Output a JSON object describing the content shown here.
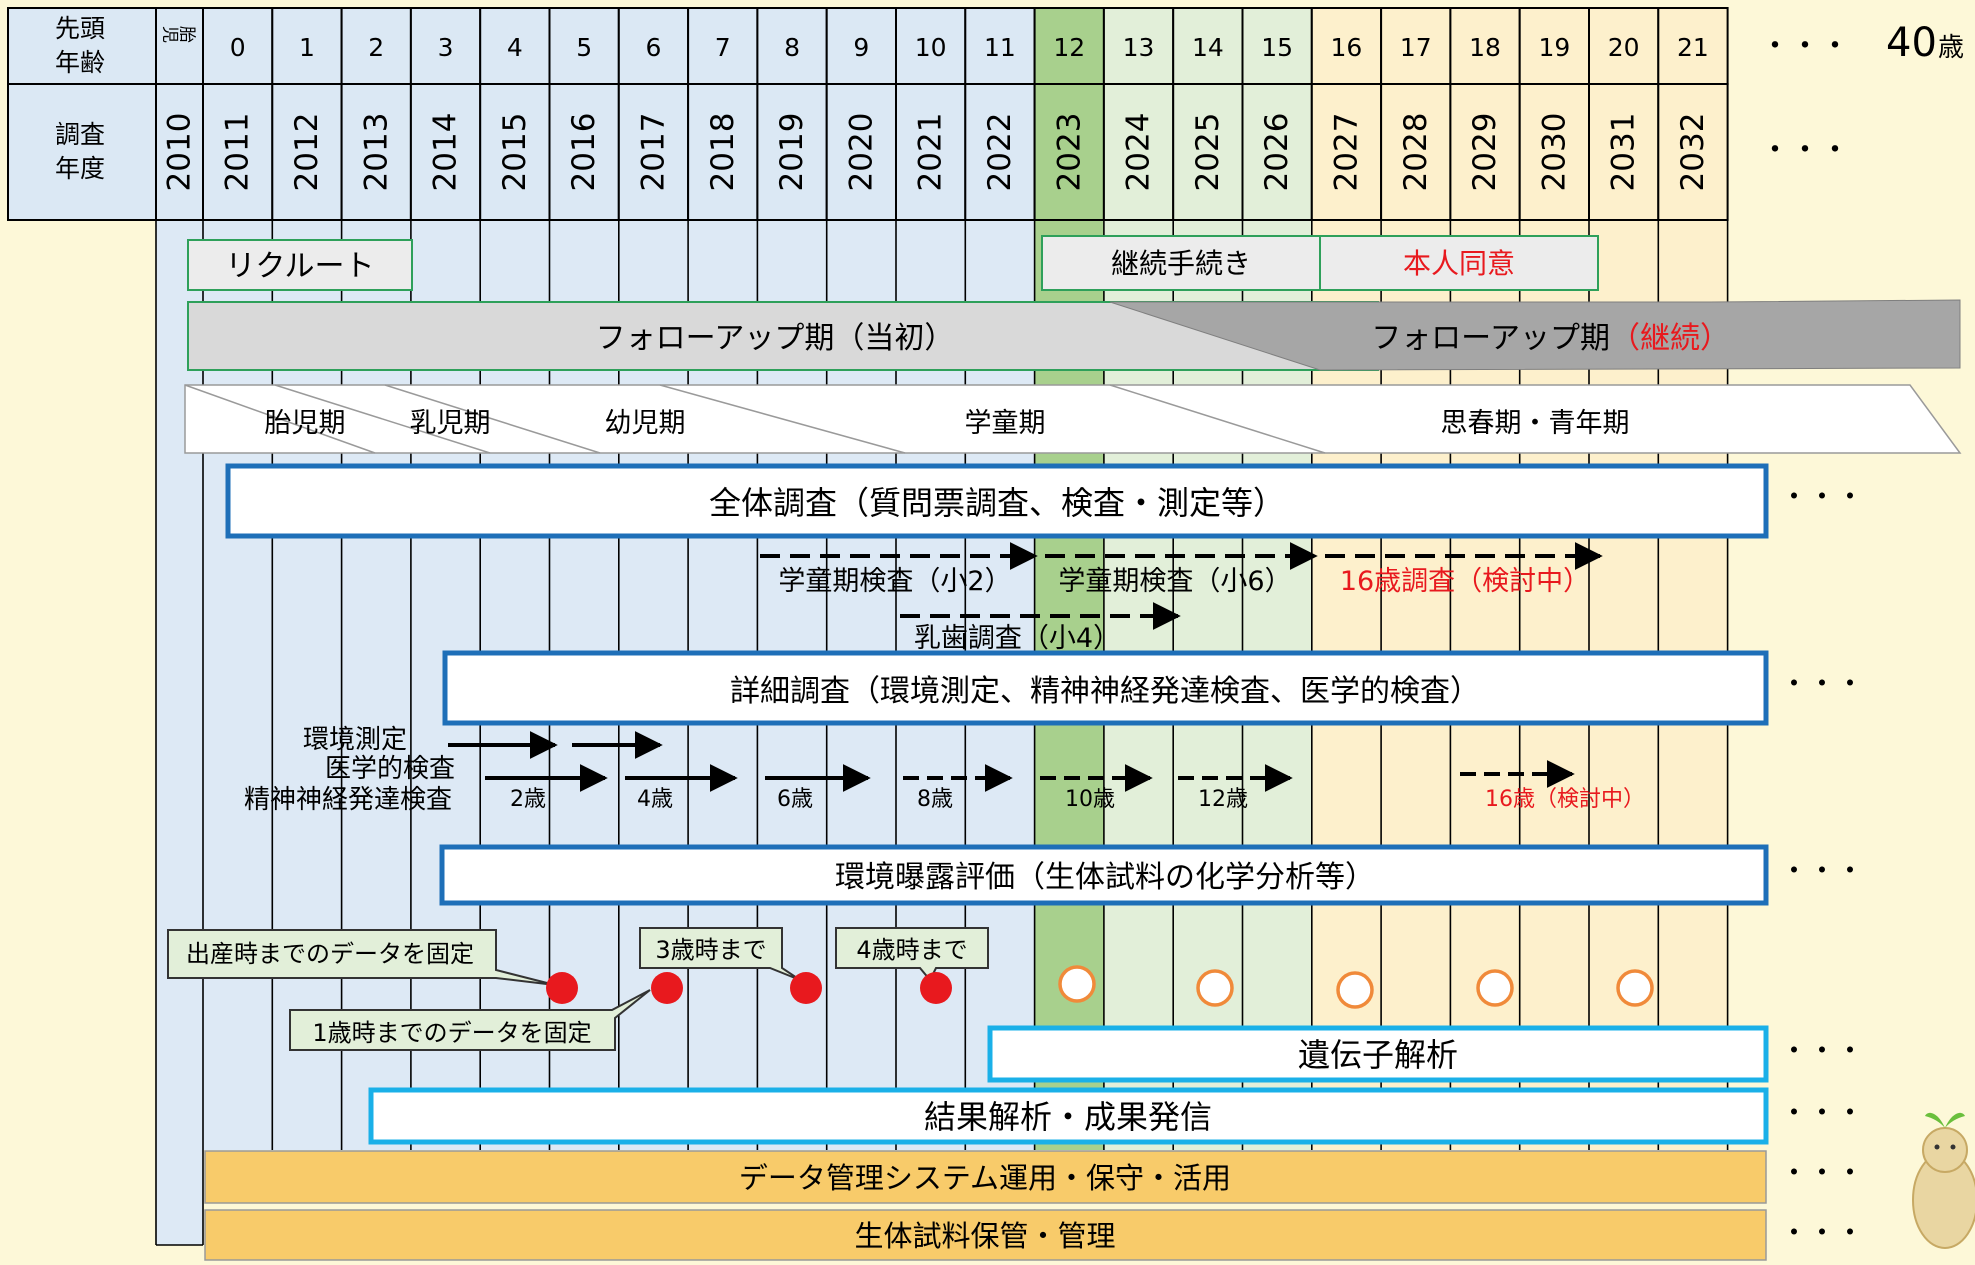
{
  "header": {
    "age_label": "先頭\n年齢",
    "year_label": "調査\n年度",
    "prenatal_label": "胎児",
    "ages": [
      "0",
      "1",
      "2",
      "3",
      "4",
      "5",
      "6",
      "7",
      "8",
      "9",
      "10",
      "11",
      "12",
      "13",
      "14",
      "15",
      "16",
      "17",
      "18",
      "19",
      "20",
      "21"
    ],
    "years": [
      "2010",
      "2011",
      "2012",
      "2013",
      "2014",
      "2015",
      "2016",
      "2017",
      "2018",
      "2019",
      "2020",
      "2021",
      "2022",
      "2023",
      "2024",
      "2025",
      "2026",
      "2027",
      "2028",
      "2029",
      "2030",
      "2031",
      "2032"
    ],
    "age_ellipsis": "・・・",
    "age_max": "40",
    "age_max_unit": "歳",
    "year_ellipsis": "・・・"
  },
  "phases": {
    "recruit": "リクルート",
    "continuation": "継続手続き",
    "consent": "本人同意",
    "followup_initial": "フォローアップ期（当初）",
    "followup_cont_prefix": "フォローアップ期",
    "followup_cont_suffix": "（継続）"
  },
  "stages": [
    "胎児期",
    "乳児期",
    "幼児期",
    "学童期",
    "思春期・青年期"
  ],
  "surveys": {
    "overall": "全体調査（質問票調査、検査・測定等）",
    "school_exam_g2": "学童期検査（小2）",
    "school_exam_g6": "学童期検査（小6）",
    "age16_survey": "16歳調査（検討中）",
    "baby_teeth": "乳歯調査（小4）",
    "detailed": "詳細調査（環境測定、精神神経発達検査、医学的検査）",
    "env_measure": "環境測定",
    "medical_exam": "医学的検査",
    "neuro_exam": "精神神経発達検査",
    "age_marks": [
      "2歳",
      "4歳",
      "6歳",
      "8歳",
      "10歳",
      "12歳"
    ],
    "age16_mark": "16歳（検討中）",
    "exposure": "環境曝露評価（生体試料の化学分析等）",
    "genetic": "遺伝子解析",
    "results": "結果解析・成果発信",
    "data_system": "データ管理システム運用・保守・活用",
    "bio_storage": "生体試料保管・管理"
  },
  "callouts": {
    "birth": "出産時までのデータを固定",
    "age1": "1歳時までのデータを固定",
    "age3": "3歳時まで",
    "age4": "4歳時まで"
  },
  "ellipsis": "・・・",
  "colors": {
    "background": "#fdf8d8",
    "header_fill": "#dbe8f4",
    "blue_zone": "#dde9f5",
    "green_zone": "#e2efd9",
    "highlight_2023": "#a8d08d",
    "yellow_zone": "#fdf0cc",
    "box_border": "#1e6fb8",
    "box_border_light": "#1ab0e8",
    "orange_bar": "#f8cb6a",
    "red_text": "#e8191e",
    "red_dot": "#e8191e",
    "open_circle": "#f08a3a",
    "green_border": "#2ea05a"
  }
}
